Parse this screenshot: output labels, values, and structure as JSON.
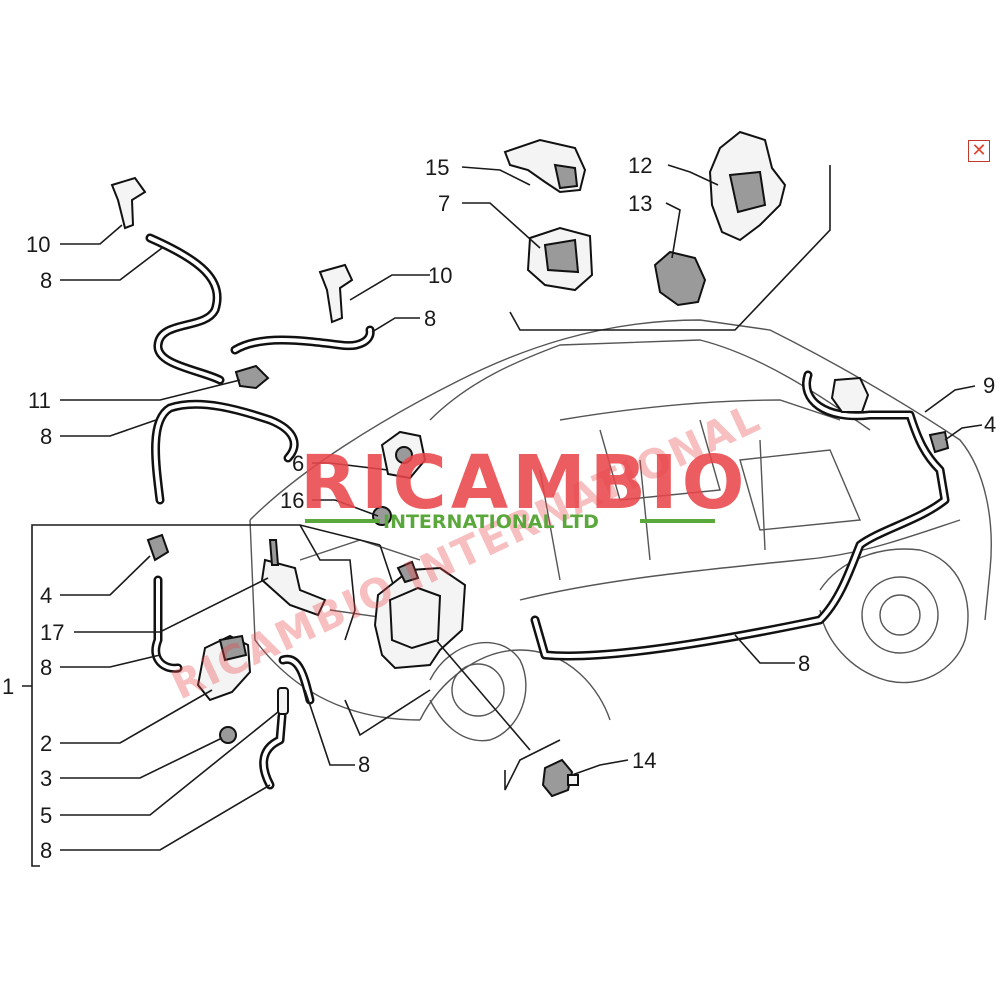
{
  "diagram": {
    "callouts": [
      {
        "id": "c15",
        "label": "15"
      },
      {
        "id": "c7",
        "label": "7"
      },
      {
        "id": "c12",
        "label": "12"
      },
      {
        "id": "c13",
        "label": "13"
      },
      {
        "id": "c10a",
        "label": "10"
      },
      {
        "id": "c8a",
        "label": "8"
      },
      {
        "id": "c10b",
        "label": "10"
      },
      {
        "id": "c8b",
        "label": "8"
      },
      {
        "id": "c11",
        "label": "11"
      },
      {
        "id": "c8c",
        "label": "8"
      },
      {
        "id": "c9",
        "label": "9"
      },
      {
        "id": "c4a",
        "label": "4"
      },
      {
        "id": "c6",
        "label": "6"
      },
      {
        "id": "c16",
        "label": "16"
      },
      {
        "id": "c4b",
        "label": "4"
      },
      {
        "id": "c17",
        "label": "17"
      },
      {
        "id": "c8d",
        "label": "8"
      },
      {
        "id": "c1",
        "label": "1"
      },
      {
        "id": "c2",
        "label": "2"
      },
      {
        "id": "c3",
        "label": "3"
      },
      {
        "id": "c5",
        "label": "5"
      },
      {
        "id": "c8e",
        "label": "8"
      },
      {
        "id": "c8f",
        "label": "8"
      },
      {
        "id": "c8g",
        "label": "8"
      },
      {
        "id": "c14",
        "label": "14"
      }
    ]
  },
  "watermark": {
    "brand": "RICAMBIO",
    "subtitle": "INTERNATIONAL LTD",
    "diagonal": "RICAMBIO INTERNATIONAL",
    "brand_color": "#e8474a",
    "accent_color": "#5aa83c"
  },
  "close_button": {
    "glyph": "✕",
    "color": "#e0452f"
  }
}
